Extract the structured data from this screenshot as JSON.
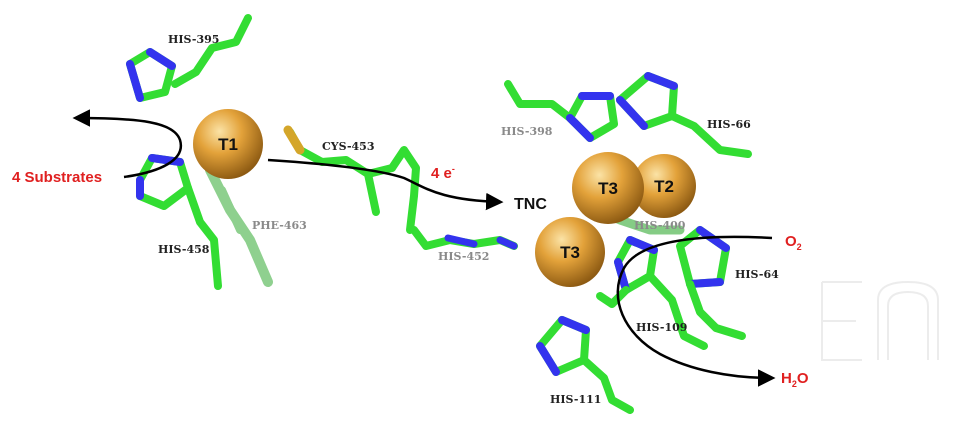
{
  "residues": {
    "his395": "HIS-395",
    "his458": "HIS-458",
    "phe463": "PHE-463",
    "cys453": "CYS-453",
    "his452": "HIS-452",
    "his398": "HIS-398",
    "his66": "HIS-66",
    "his400": "HIS-400",
    "his64": "HIS-64",
    "his109": "HIS-109",
    "his111": "HIS-111"
  },
  "copper_sites": {
    "t1": "T1",
    "t2": "T2",
    "t3_upper": "T3",
    "t3_lower": "T3"
  },
  "annotations": {
    "substrates": "4 Substrates",
    "electrons": "4 e",
    "electrons_sup": "-",
    "tnc": "TNC",
    "o2": "O",
    "o2_sub": "2",
    "h2o_h": "H",
    "h2o_sub": "2",
    "h2o_o": "O"
  },
  "colors": {
    "carbon": "#33dd33",
    "nitrogen": "#3333ee",
    "sulfur": "#d4a62a",
    "copper": "#e3a23a",
    "label_red": "#e02020",
    "arrow": "#000000"
  }
}
